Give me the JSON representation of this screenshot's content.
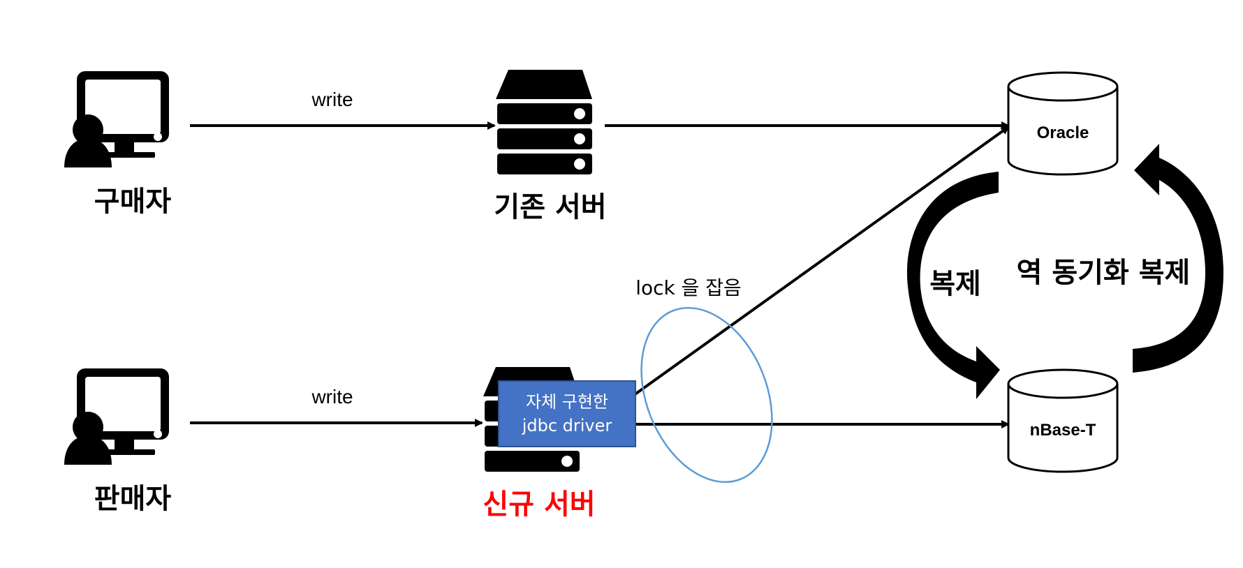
{
  "actors": {
    "buyer": {
      "label": "구매자"
    },
    "seller": {
      "label": "판매자"
    }
  },
  "servers": {
    "legacy": {
      "label": "기존 서버"
    },
    "new": {
      "label": "신규 서버"
    }
  },
  "arrows": {
    "buyer_write": "write",
    "seller_write": "write"
  },
  "driver_box": {
    "line1": "자체 구현한",
    "line2": "jdbc driver"
  },
  "lock_note": "lock 을 잡음",
  "databases": {
    "oracle": "Oracle",
    "nbase": "nBase-T"
  },
  "replication": {
    "forward": "복제",
    "reverse": "역 동기화 복제"
  },
  "colors": {
    "new_server_label": "#ff0000",
    "driver_box_fill": "#4472c4",
    "driver_box_stroke": "#2f528f",
    "lock_ellipse_stroke": "#5b9bd5",
    "line": "#000000"
  },
  "icons": {
    "actor": "user-at-computer-icon",
    "server": "server-rack-icon",
    "database": "database-cylinder-icon"
  }
}
